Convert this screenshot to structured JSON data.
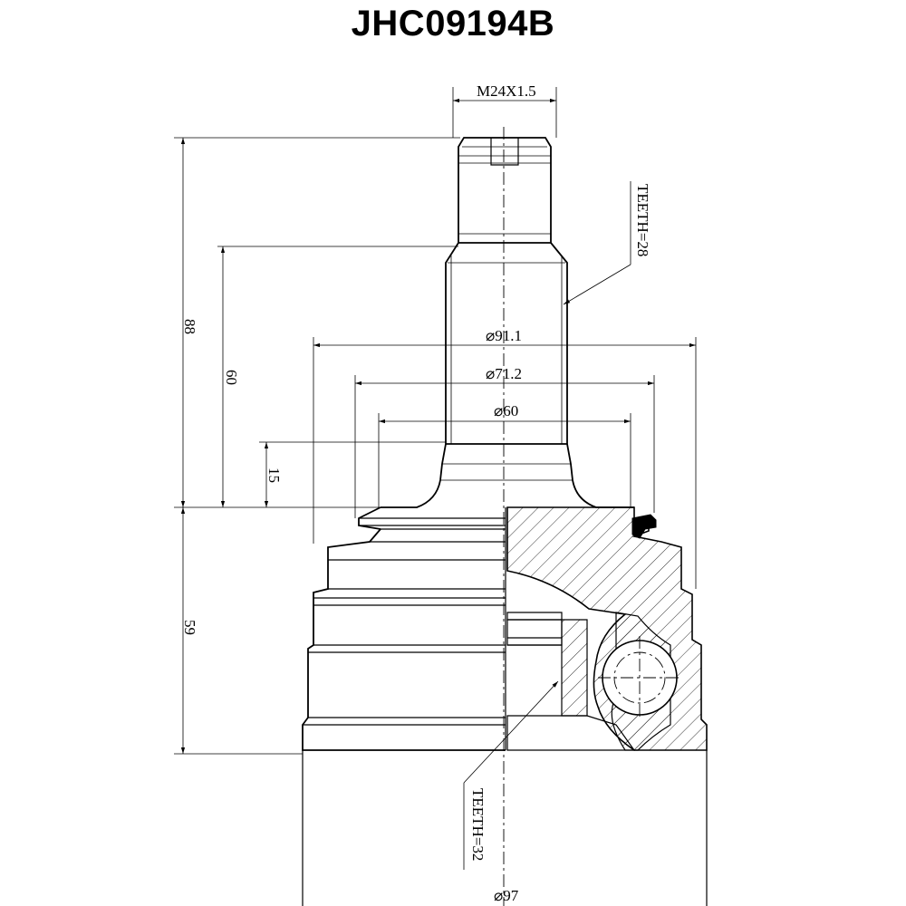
{
  "title": "JHC09194B",
  "dimensions": {
    "thread": "M24X1.5",
    "teeth_outer": "TEETH=28",
    "teeth_inner": "TEETH=32",
    "dia_91": "⌀91.1",
    "dia_71": "⌀71.2",
    "dia_60": "⌀60",
    "dia_97": "⌀97",
    "len_88": "88",
    "len_60": "60",
    "len_15": "15",
    "len_59": "59"
  }
}
